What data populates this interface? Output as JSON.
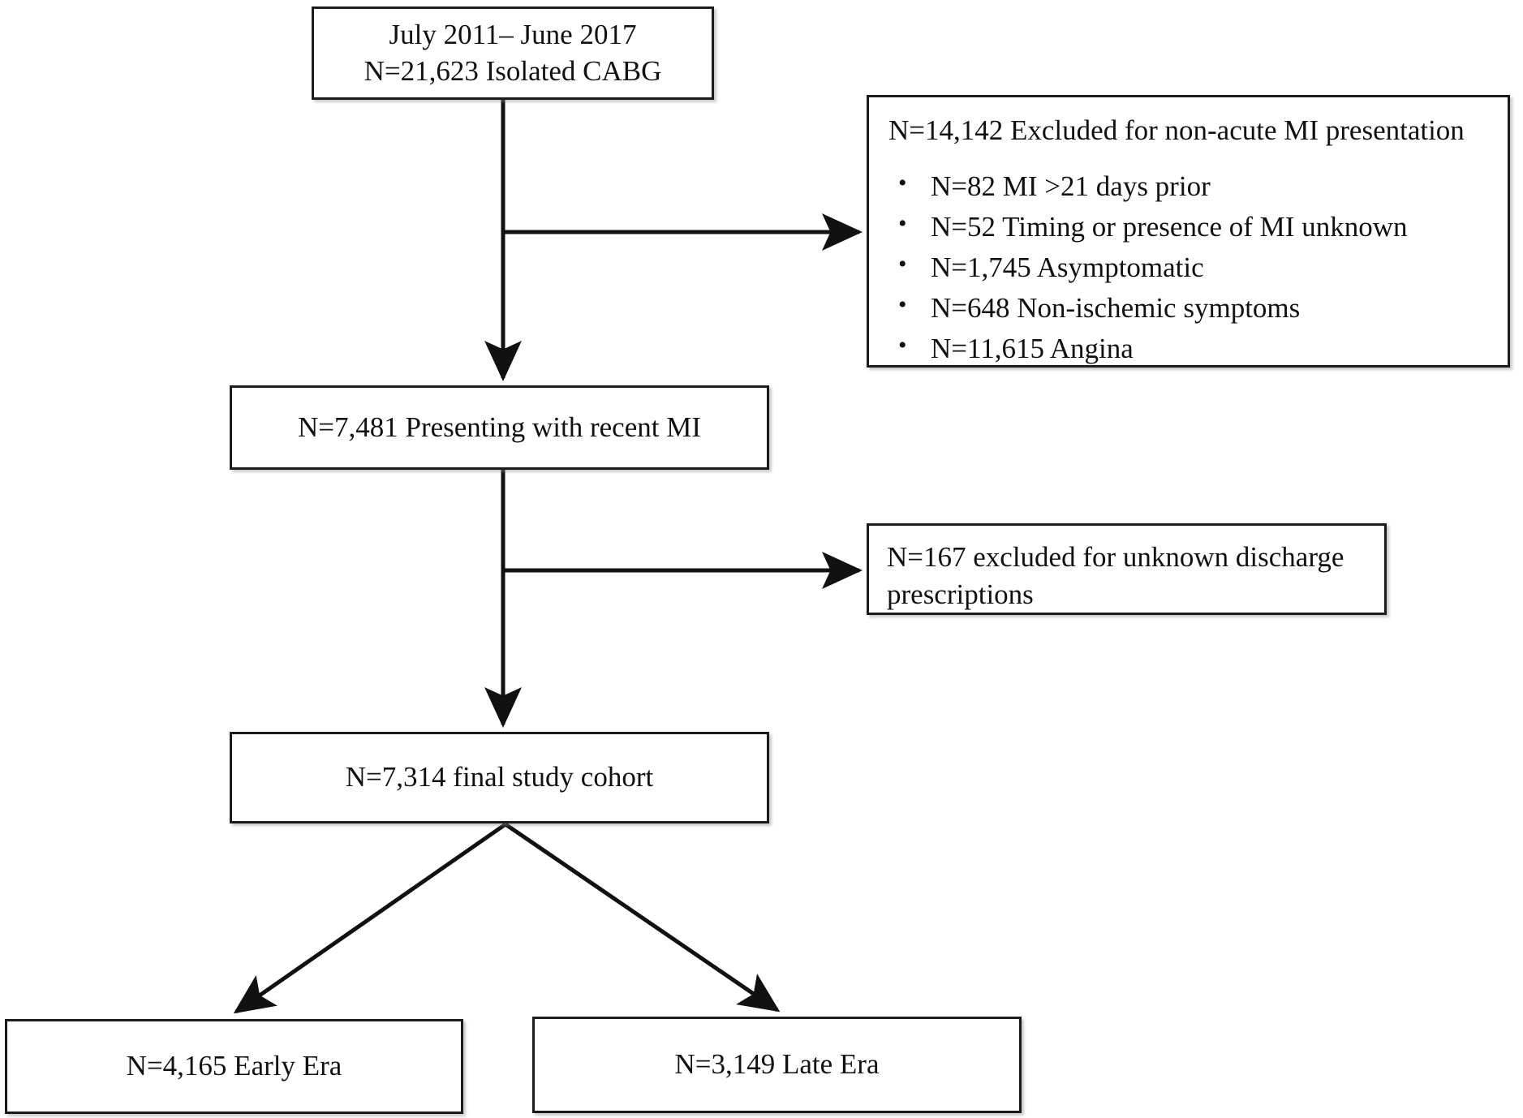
{
  "diagram": {
    "title": "CABG cohort selection flow diagram",
    "type": "flowchart",
    "colors": {
      "background": "#ffffff",
      "box_border": "#1b1b1b",
      "text": "#111111",
      "connector": "#111111"
    },
    "nodes": {
      "cohort_start": {
        "lines": [
          "July 2011– June 2017",
          "N=21,623 Isolated CABG"
        ]
      },
      "excluded_nonacute": {
        "title": "N=14,142 Excluded for non-acute MI presentation",
        "bullet_glyph": "•",
        "items": [
          "N=82 MI >21 days prior",
          "N=52 Timing or presence of MI unknown",
          "N=1,745 Asymptomatic",
          "N=648 Non-ischemic symptoms",
          "N=11,615 Angina"
        ]
      },
      "recent_mi": {
        "lines": [
          "N=7,481 Presenting with recent MI"
        ]
      },
      "excluded_rx": {
        "lines": [
          "N=167 excluded for unknown discharge",
          "prescriptions"
        ]
      },
      "final_cohort": {
        "lines": [
          "N=7,314 final study cohort"
        ]
      },
      "early_era": {
        "lines": [
          "N=4,165 Early Era"
        ]
      },
      "late_era": {
        "lines": [
          "N=3,149 Late Era"
        ]
      }
    },
    "connectors": [
      {
        "name": "start-to-recent-mi",
        "from": "cohort_start",
        "to": "recent_mi"
      },
      {
        "name": "start-to-excluded-nonacute",
        "from": "cohort_start",
        "to": "excluded_nonacute"
      },
      {
        "name": "recent-mi-to-final-cohort",
        "from": "recent_mi",
        "to": "final_cohort"
      },
      {
        "name": "recent-mi-to-excluded-rx",
        "from": "recent_mi",
        "to": "excluded_rx"
      },
      {
        "name": "final-cohort-to-early-era",
        "from": "final_cohort",
        "to": "early_era"
      },
      {
        "name": "final-cohort-to-late-era",
        "from": "final_cohort",
        "to": "late_era"
      }
    ]
  }
}
